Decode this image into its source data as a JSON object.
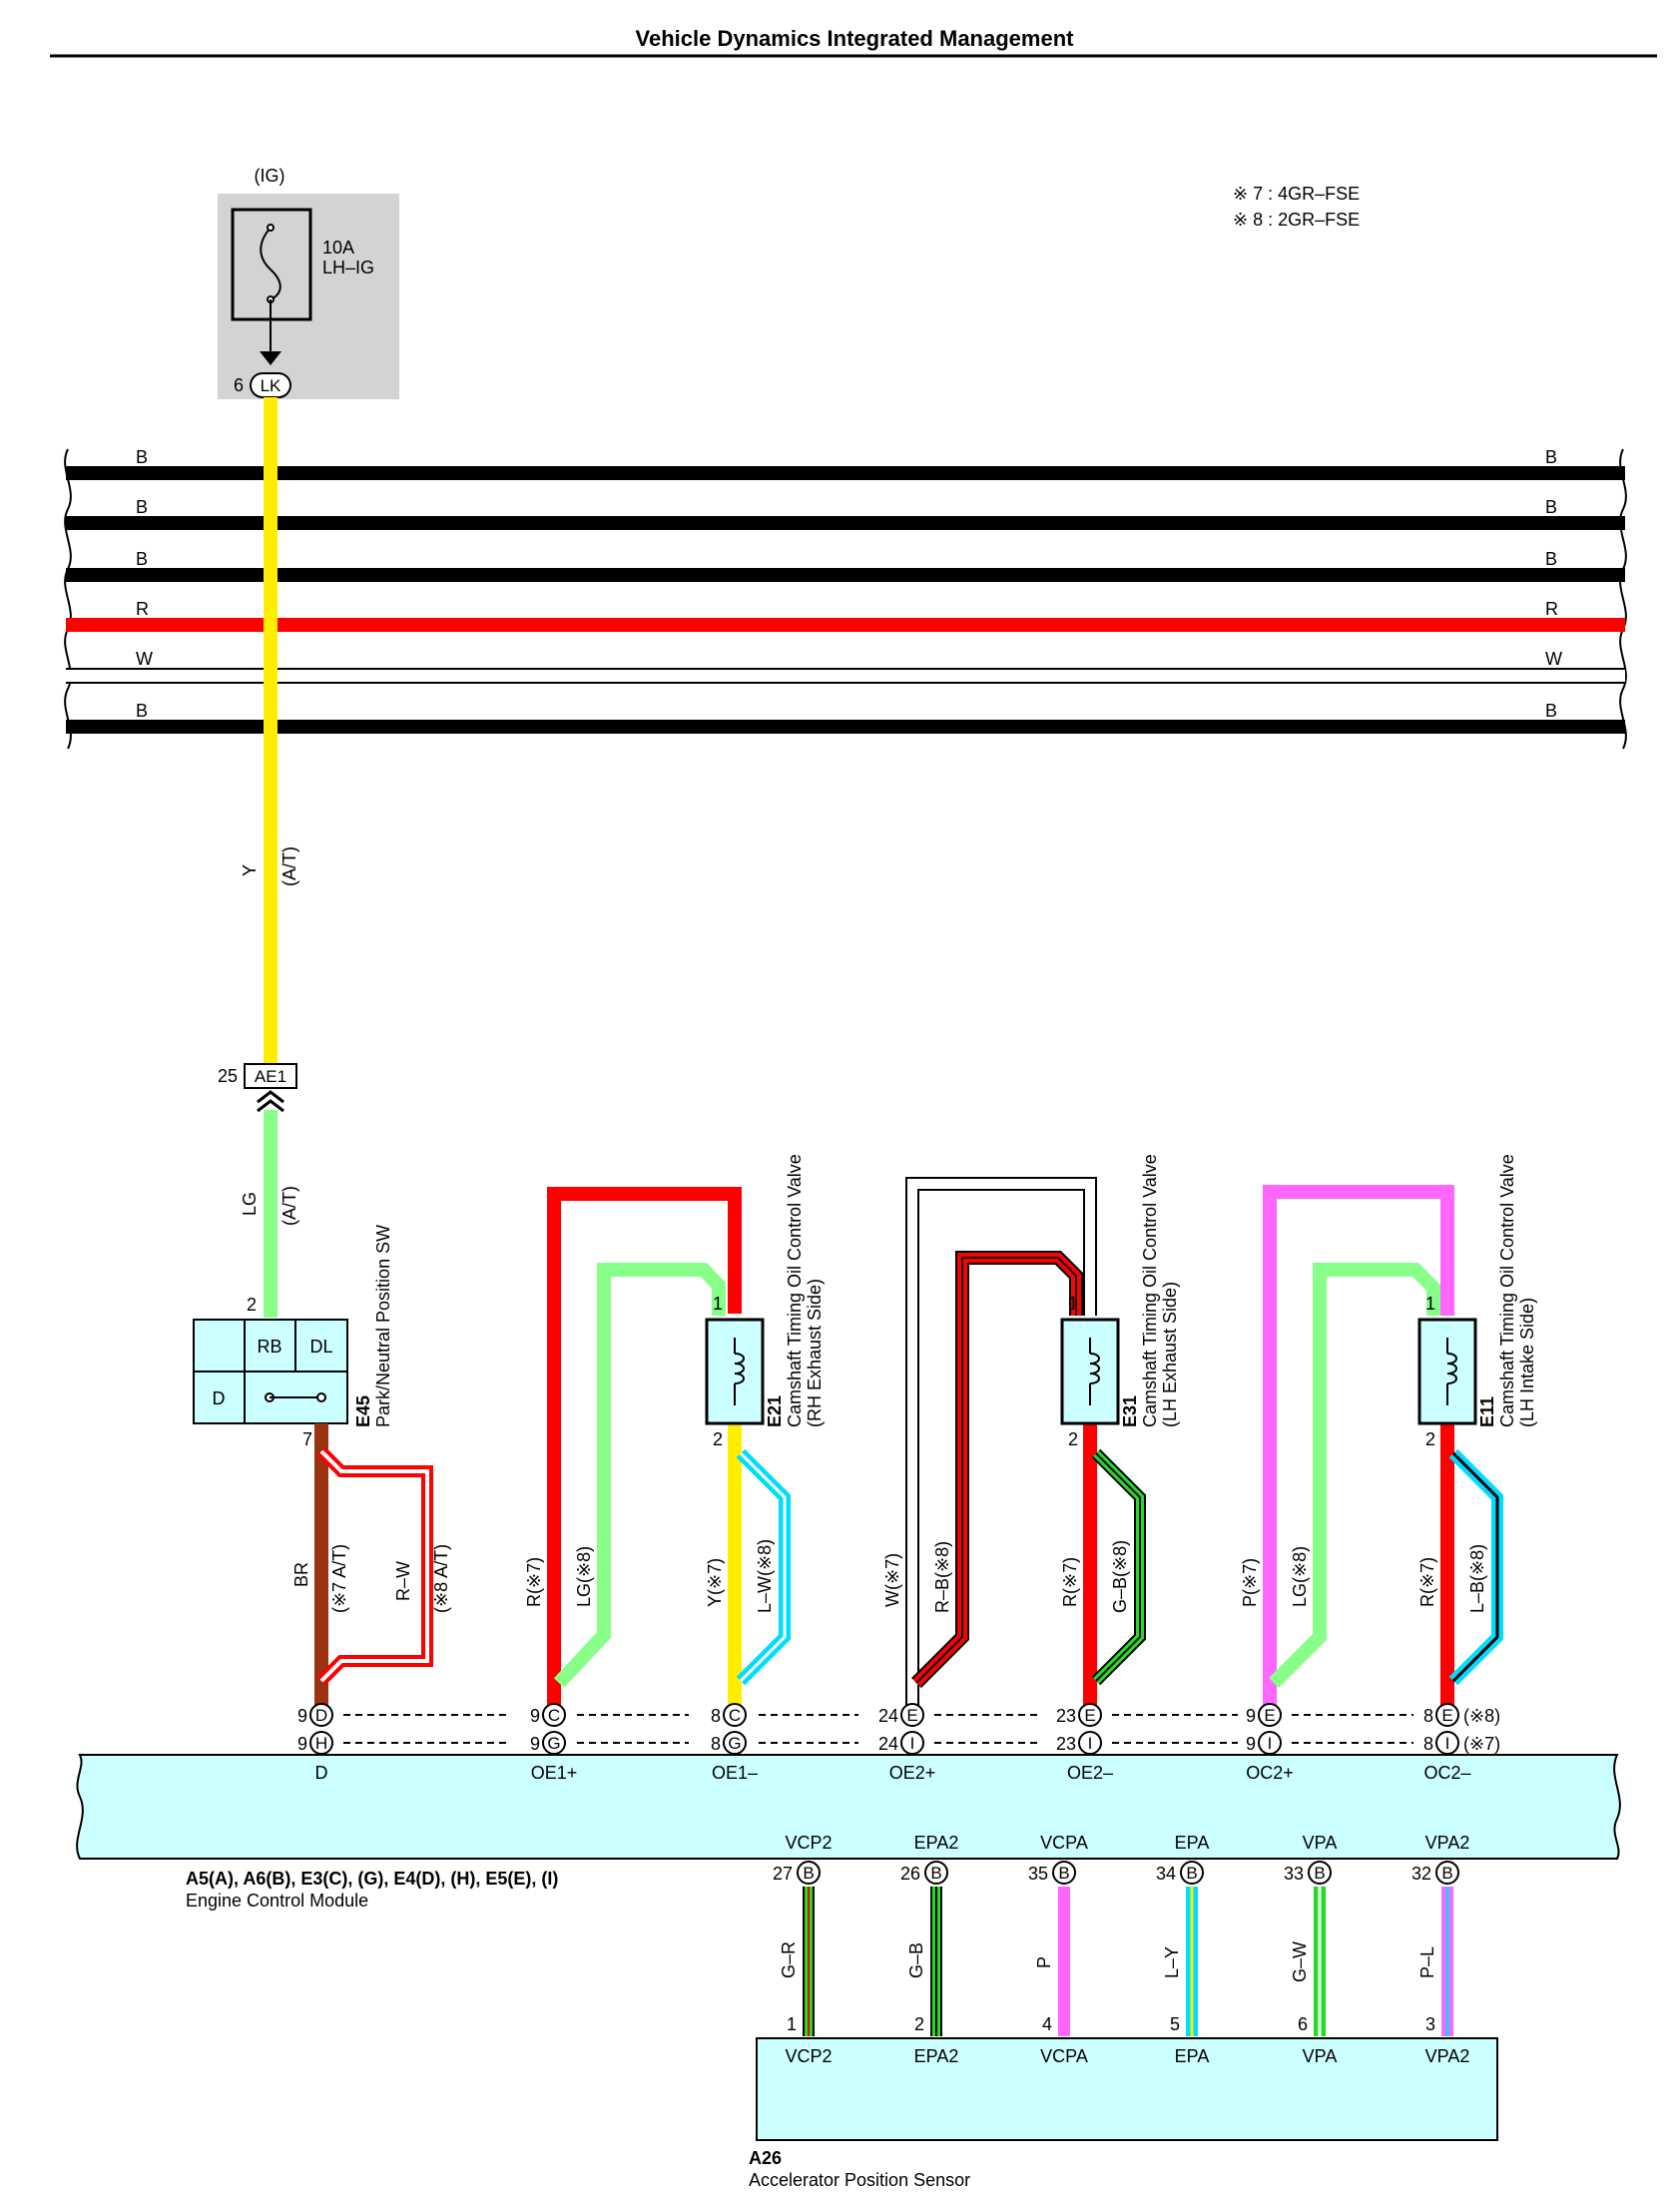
{
  "title": "Vehicle Dynamics Integrated Management",
  "notes": [
    "※ 7 : 4GR–FSE",
    "※ 8 : 2GR–FSE"
  ],
  "fuse": {
    "supply": "(IG)",
    "rating": "10A",
    "name": "LH–IG",
    "pin": "6",
    "connector": "LK"
  },
  "bus_wires": [
    {
      "color_code": "B",
      "hex": "#000000"
    },
    {
      "color_code": "B",
      "hex": "#000000"
    },
    {
      "color_code": "B",
      "hex": "#000000"
    },
    {
      "color_code": "R",
      "hex": "#ff0000"
    },
    {
      "color_code": "W",
      "hex": "#ffffff"
    },
    {
      "color_code": "B",
      "hex": "#000000"
    }
  ],
  "feed_wire": {
    "color": "Y",
    "note": "(A/T)",
    "hex": "#ffee00"
  },
  "junction": {
    "pin": "25",
    "name": "AE1"
  },
  "lg_wire": {
    "color": "LG",
    "note": "(A/T)",
    "hex": "#88ff88"
  },
  "pn_switch": {
    "pin_top": "2",
    "pin_bottom": "7",
    "cells": [
      "RB",
      "DL",
      "D"
    ],
    "code": "E45",
    "name": "Park/Neutral Position SW",
    "wire_br": {
      "color": "BR",
      "note": "(※7 A/T)"
    },
    "wire_rw": {
      "color": "R–W",
      "note": "(※8 A/T)"
    }
  },
  "ocv": [
    {
      "code": "E21",
      "name": "Camshaft Timing Oil Control Valve",
      "side": "(RH Exhaust Side)",
      "pin1": "1",
      "pin2": "2"
    },
    {
      "code": "E31",
      "name": "Camshaft Timing Oil Control Valve",
      "side": "(LH Exhaust Side)",
      "pin1": "1",
      "pin2": "2"
    },
    {
      "code": "E11",
      "name": "Camshaft Timing Oil Control Valve",
      "side": "(LH Intake Side)",
      "pin1": "1",
      "pin2": "2"
    }
  ],
  "vertical_wire_labels": [
    "R(※7)",
    "LG(※8)",
    "Y(※7)",
    "L–W(※8)",
    "W(※7)",
    "R–B(※8)",
    "R(※7)",
    "G–B(※8)",
    "P(※7)",
    "LG(※8)",
    "R(※7)",
    "L–B(※8)"
  ],
  "ecm_pins": {
    "row1": [
      {
        "num": "9",
        "conn": "D"
      },
      {
        "num": "9",
        "conn": "C"
      },
      {
        "num": "8",
        "conn": "C"
      },
      {
        "num": "24",
        "conn": "E"
      },
      {
        "num": "23",
        "conn": "E"
      },
      {
        "num": "9",
        "conn": "E"
      },
      {
        "num": "8",
        "conn": "E"
      }
    ],
    "row2": [
      {
        "num": "9",
        "conn": "H"
      },
      {
        "num": "9",
        "conn": "G"
      },
      {
        "num": "8",
        "conn": "G"
      },
      {
        "num": "24",
        "conn": "I"
      },
      {
        "num": "23",
        "conn": "I"
      },
      {
        "num": "9",
        "conn": "I"
      },
      {
        "num": "8",
        "conn": "I"
      }
    ],
    "note_row1": "(※8)",
    "note_row2": "(※7)"
  },
  "ecm_terminals": [
    "D",
    "OE1+",
    "OE1–",
    "OE2+",
    "OE2–",
    "OC2+",
    "OC2–"
  ],
  "ecm": {
    "codes": "A5(A), A6(B), E3(C), (G), E4(D), (H), E5(E), (I)",
    "name": "Engine Control Module"
  },
  "aps_wires": [
    {
      "terminal": "VCP2",
      "ecm_pin": "27",
      "conn": "B",
      "color": "G–R",
      "sensor_pin": "1"
    },
    {
      "terminal": "EPA2",
      "ecm_pin": "26",
      "conn": "B",
      "color": "G–B",
      "sensor_pin": "2"
    },
    {
      "terminal": "VCPA",
      "ecm_pin": "35",
      "conn": "B",
      "color": "P",
      "sensor_pin": "4"
    },
    {
      "terminal": "EPA",
      "ecm_pin": "34",
      "conn": "B",
      "color": "L–Y",
      "sensor_pin": "5"
    },
    {
      "terminal": "VPA",
      "ecm_pin": "33",
      "conn": "B",
      "color": "G–W",
      "sensor_pin": "6"
    },
    {
      "terminal": "VPA2",
      "ecm_pin": "32",
      "conn": "B",
      "color": "P–L",
      "sensor_pin": "3"
    }
  ],
  "aps": {
    "code": "A26",
    "name": "Accelerator Position Sensor"
  }
}
